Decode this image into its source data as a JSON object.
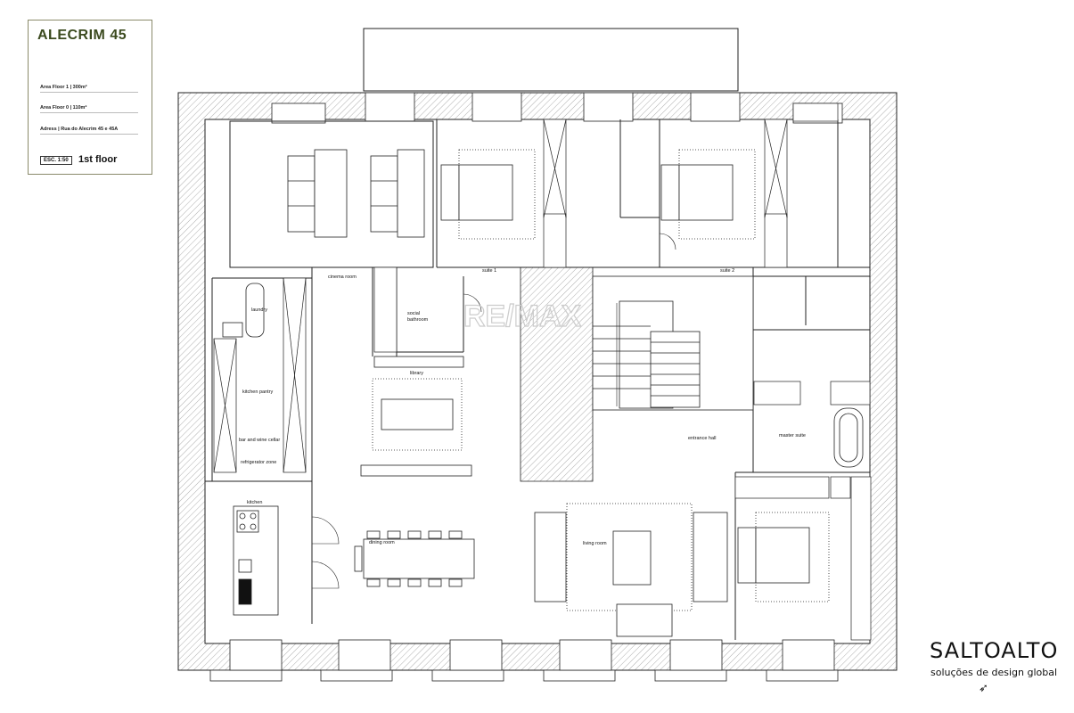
{
  "title_block": {
    "project_name": "ALECRIM 45",
    "area_floor_1": "Area Floor 1 | 300m²",
    "area_floor_0": "Area Floor 0 | 110m²",
    "address": "Adress | Rua do Alecrim 45 e 45A",
    "scale": "ESC. 1:50",
    "floor": "1st floor"
  },
  "rooms": {
    "cinema_room": "cinema room",
    "suite_1": "suite 1",
    "suite_2": "suite 2",
    "laundry": "laundry",
    "social_bathroom_1": "social",
    "social_bathroom_2": "bathroom",
    "library": "library",
    "kitchen_pantry": "kitchen pantry",
    "bar_wine_cellar": "bar and wine cellar",
    "refrigerator_zone": "refrigerator zone",
    "entrance_hall": "entrance hall",
    "master_suite": "master suite",
    "kitchen": "kitchen",
    "dining_room": "dining room",
    "living_room": "living room"
  },
  "watermark": "RE/MAX",
  "brand": {
    "name": "SALTOALTO",
    "tagline": "soluções de design global"
  }
}
